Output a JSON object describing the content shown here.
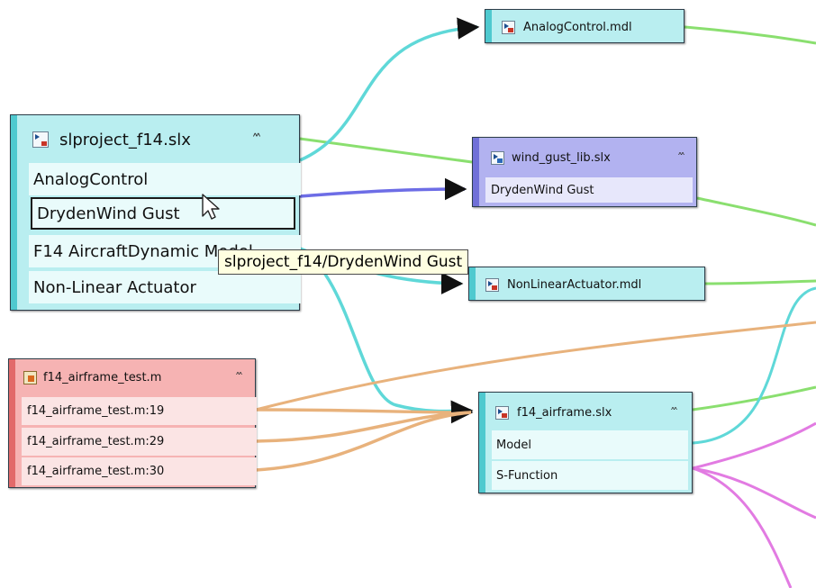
{
  "colors": {
    "blue_edge": "#6d6de6",
    "cyan_edge": "#5fd8d8",
    "green_edge": "#8adf6f",
    "orange_edge": "#e8b27c",
    "magenta_edge": "#e27be2",
    "project_fill": "#b9eef0",
    "library_fill": "#b2b2f0",
    "mfile_fill": "#f6b3b3"
  },
  "nodes": {
    "project": {
      "icon": "simulink-model-icon",
      "title": "slproject_f14.slx",
      "collapse": "˄˄",
      "rows": [
        "AnalogControl",
        "DrydenWind Gust",
        "F14 AircraftDynamic Model",
        "Non-Linear Actuator"
      ],
      "selected_row": "DrydenWind Gust"
    },
    "analog": {
      "icon": "simulink-model-icon",
      "title": "AnalogControl.mdl"
    },
    "wind": {
      "icon": "simulink-library-icon",
      "title": "wind_gust_lib.slx",
      "collapse": "˄˄",
      "rows": [
        "DrydenWind Gust"
      ]
    },
    "nonlinear": {
      "icon": "simulink-model-icon",
      "title": "NonLinearActuator.mdl"
    },
    "airframe_test": {
      "icon": "matlab-script-icon",
      "title": "f14_airframe_test.m",
      "collapse": "˄˄",
      "rows": [
        "f14_airframe_test.m:19",
        "f14_airframe_test.m:29",
        "f14_airframe_test.m:30"
      ]
    },
    "airframe": {
      "icon": "simulink-model-icon",
      "title": "f14_airframe.slx",
      "collapse": "˄˄",
      "rows": [
        "Model",
        "S-Function"
      ]
    }
  },
  "tooltip": "slproject_f14/DrydenWind Gust",
  "cursor": "pointer-cursor-icon"
}
